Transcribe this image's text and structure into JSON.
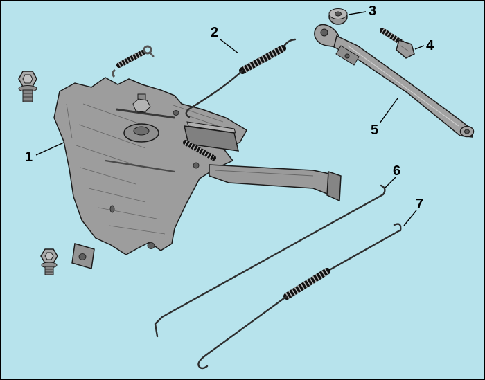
{
  "diagram": {
    "type": "exploded-parts-diagram",
    "background_color": "#b7e3ec",
    "part_fill_color": "#9d9d9d",
    "outline_color": "#1c1c1c",
    "callouts": [
      {
        "label": "1",
        "part": "main-bracket-assembly"
      },
      {
        "label": "2",
        "part": "extension-spring"
      },
      {
        "label": "3",
        "part": "cap-nut"
      },
      {
        "label": "4",
        "part": "bolt"
      },
      {
        "label": "5",
        "part": "lever-arm"
      },
      {
        "label": "6",
        "part": "link-rod"
      },
      {
        "label": "7",
        "part": "rod-spring"
      }
    ]
  }
}
